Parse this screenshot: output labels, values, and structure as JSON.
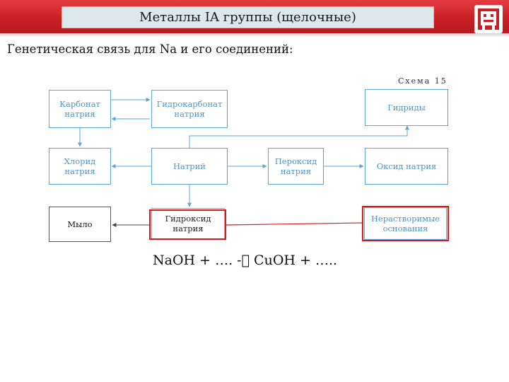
{
  "header": {
    "title": "Металлы IA группы (щелочные)",
    "accent_color": "#c81f24",
    "logo_icon": "robot-logo-icon"
  },
  "subtitle": "Генетическая связь для Na и его соединений:",
  "scheme": {
    "label": "Схема 15",
    "nodes": {
      "carbonate": "Карбонат натрия",
      "bicarbonate": "Гидрокарбонат натрия",
      "hydrides": "Гидриды",
      "chloride": "Хлорид натрия",
      "sodium": "Натрий",
      "peroxide": "Пероксид натрия",
      "oxide": "Оксид натрия",
      "soap": "Мыло",
      "hydroxide": "Гидроксид натрия",
      "insoluble_bases": "Нерастворимые основания"
    }
  },
  "equation": "NaOH + …. - CuOH + ….."
}
